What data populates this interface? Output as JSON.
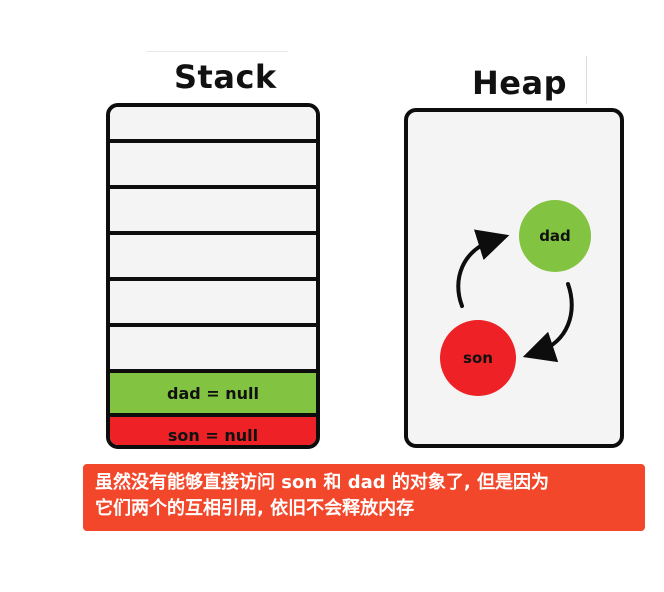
{
  "stack": {
    "title": "Stack",
    "vars": [
      {
        "label": "dad = null",
        "color": "#82c341"
      },
      {
        "label": "son = null",
        "color": "#ee2226"
      }
    ],
    "empty_rows": 6
  },
  "heap": {
    "title": "Heap",
    "nodes": [
      {
        "label": "dad",
        "color": "#82c341"
      },
      {
        "label": "son",
        "color": "#ee2226"
      }
    ]
  },
  "caption": {
    "line1": "虽然没有能够直接访问 son 和 dad 的对象了, 但是因为",
    "line2": "它们两个的互相引用, 依旧不会释放内存",
    "background": "#f2472a"
  }
}
